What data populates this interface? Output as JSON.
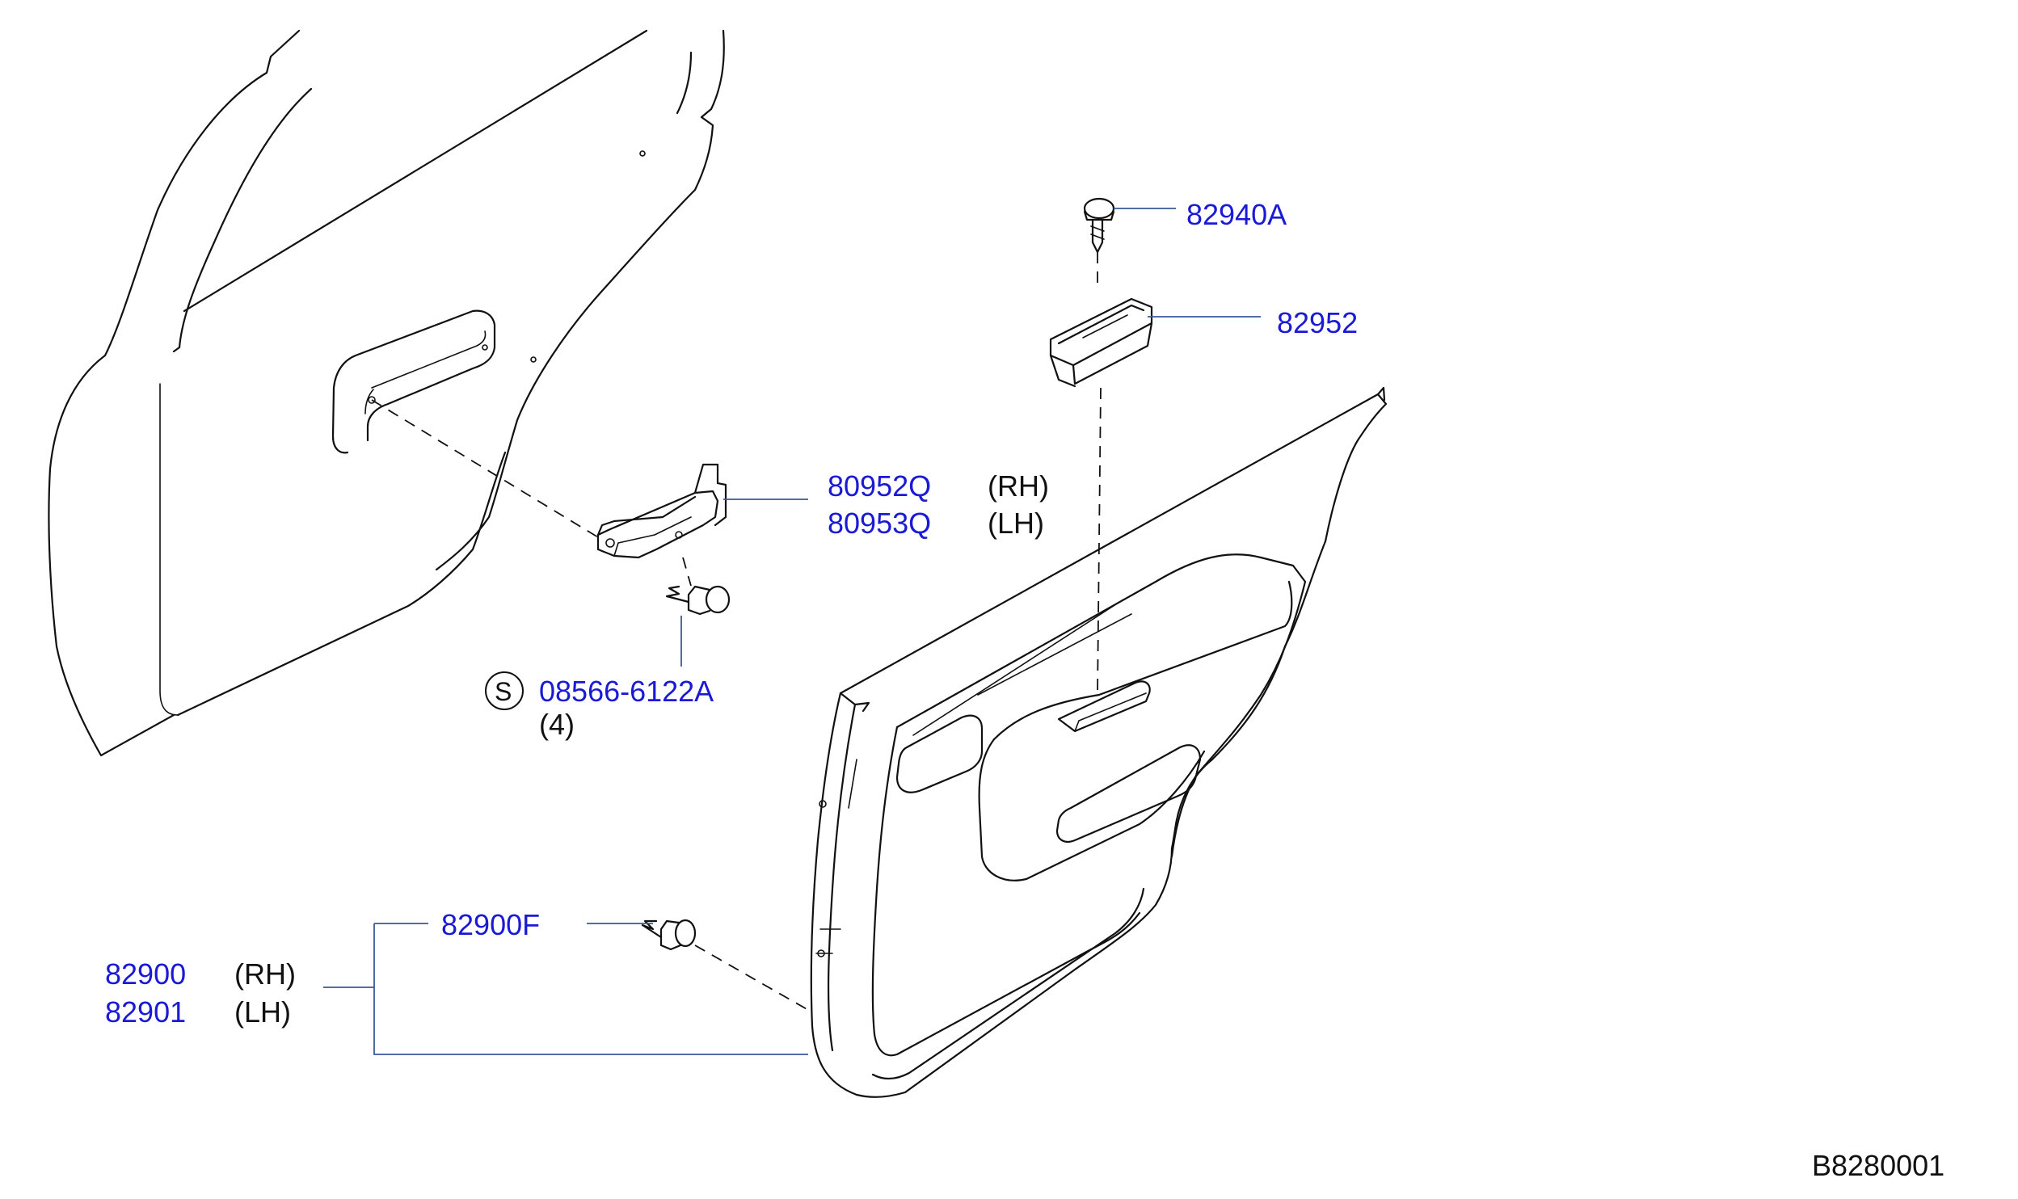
{
  "colors": {
    "part_number": "#1a1ad6",
    "text": "#111111",
    "leader_line": "#3a5a9a",
    "line_art": "#111111",
    "background": "#ffffff"
  },
  "parts": {
    "clip_82940a": {
      "number": "82940A"
    },
    "pocket_82952": {
      "number": "82952"
    },
    "bracket": {
      "rh_number": "80952Q",
      "rh_side": "(RH)",
      "lh_number": "80953Q",
      "lh_side": "(LH)"
    },
    "screw": {
      "symbol": "S",
      "number": "08566-6122A",
      "qty": "(4)"
    },
    "clip_82900f": {
      "number": "82900F"
    },
    "trim": {
      "rh_number": "82900",
      "rh_side": "(RH)",
      "lh_number": "82901",
      "lh_side": "(LH)"
    }
  },
  "diagram_id": "B8280001"
}
